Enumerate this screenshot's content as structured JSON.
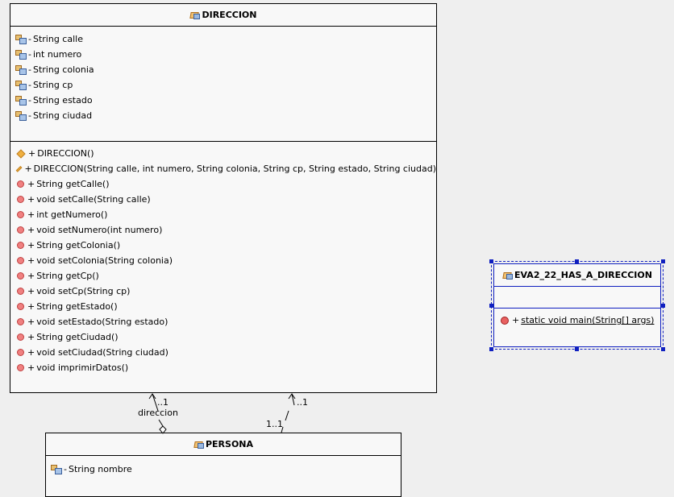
{
  "direccion": {
    "name": "DIRECCION",
    "fields": [
      {
        "vis": "-",
        "text": "String calle"
      },
      {
        "vis": "-",
        "text": "int numero"
      },
      {
        "vis": "-",
        "text": "String colonia"
      },
      {
        "vis": "-",
        "text": "String cp"
      },
      {
        "vis": "-",
        "text": "String estado"
      },
      {
        "vis": "-",
        "text": "String ciudad"
      }
    ],
    "constructors": [
      {
        "vis": "+",
        "text": "DIRECCION()"
      },
      {
        "vis": "+",
        "text": "DIRECCION(String calle, int numero, String colonia, String cp, String estado, String ciudad)"
      }
    ],
    "methods": [
      {
        "vis": "+",
        "text": "String getCalle()"
      },
      {
        "vis": "+",
        "text": "void setCalle(String calle)"
      },
      {
        "vis": "+",
        "text": "int getNumero()"
      },
      {
        "vis": "+",
        "text": "void setNumero(int numero)"
      },
      {
        "vis": "+",
        "text": "String getColonia()"
      },
      {
        "vis": "+",
        "text": "void setColonia(String colonia)"
      },
      {
        "vis": "+",
        "text": "String getCp()"
      },
      {
        "vis": "+",
        "text": "void setCp(String cp)"
      },
      {
        "vis": "+",
        "text": "String getEstado()"
      },
      {
        "vis": "+",
        "text": "void setEstado(String estado)"
      },
      {
        "vis": "+",
        "text": "String getCiudad()"
      },
      {
        "vis": "+",
        "text": "void setCiudad(String ciudad)"
      },
      {
        "vis": "+",
        "text": "void imprimirDatos()"
      }
    ]
  },
  "main_class": {
    "name": "EVA2_22_HAS_A_DIRECCION",
    "methods": [
      {
        "vis": "+",
        "text": "static void main(String[] args)"
      }
    ]
  },
  "persona": {
    "name": "PERSONA",
    "fields": [
      {
        "vis": "-",
        "text": "String nombre"
      }
    ]
  },
  "associations": {
    "left_multiplicity": "..1",
    "left_role": "direccion",
    "right_target_multiplicity": "..1",
    "right_source_multiplicity": "1..1"
  }
}
